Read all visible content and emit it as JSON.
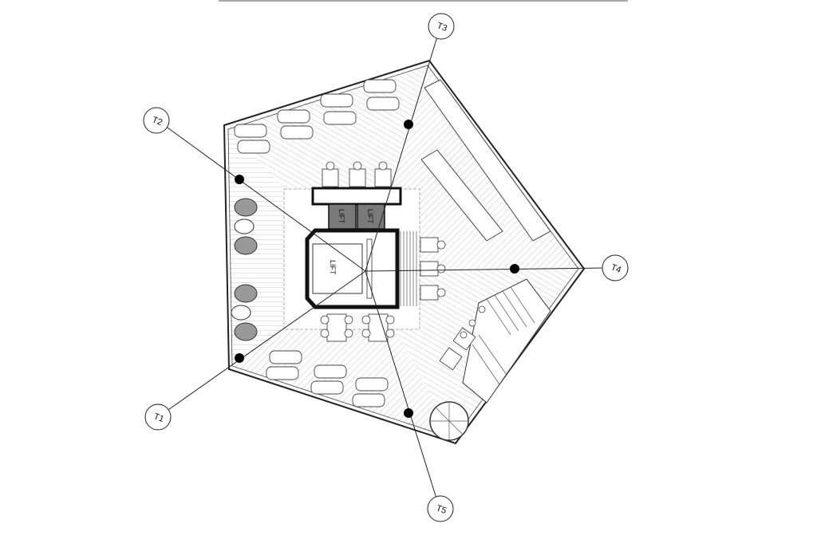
{
  "plan": {
    "tags": [
      {
        "id": "t1",
        "label": "T1"
      },
      {
        "id": "t2",
        "label": "T2"
      },
      {
        "id": "t3",
        "label": "T3"
      },
      {
        "id": "t4",
        "label": "T4"
      },
      {
        "id": "t5",
        "label": "T5"
      }
    ],
    "lifts": [
      {
        "label": "LIFT"
      },
      {
        "label": "LIFT"
      },
      {
        "label": "LIFT"
      }
    ],
    "colors": {
      "line": "#222222",
      "lift_fill": "#7a7a7a",
      "hatch": "#999999"
    }
  }
}
